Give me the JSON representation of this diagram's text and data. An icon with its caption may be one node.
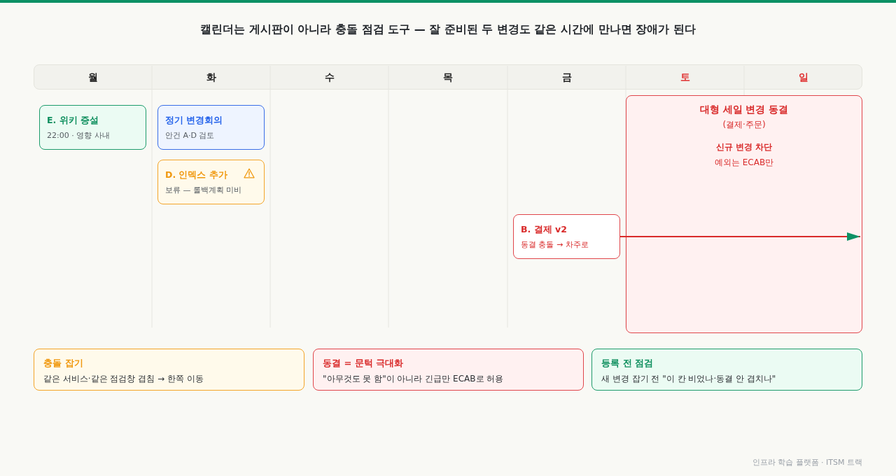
{
  "diagram": {
    "title": "캘린더는 게시판이 아니라 충돌 점검 도구 — 잘 준비된 두 변경도 같은 시간에 만나면 장애가 된다",
    "nodes": [
      {
        "text": [
          "E. 위키 증설",
          "22:00 · 영향 사내"
        ]
      },
      {
        "text": [
          "정기 변경회의",
          "안건 A·D 검토"
        ]
      },
      {
        "text": [
          "D. 인덱스 추가",
          "보류 — 롤백계획 미비"
        ]
      },
      {
        "text": [
          "대형 세일 변경 동결",
          "(결제·주문)",
          "신규 변경 차단",
          "예외는 ECAB만"
        ]
      },
      {
        "text": [
          "B. 결제 v2",
          "동결 충돌 → 차주로"
        ]
      },
      {
        "text": [
          "충돌 잡기",
          "같은 서비스·같은 점검창 겹침 → 한쪽 이동"
        ]
      },
      {
        "text": [
          "동결 = 문턱 극대화",
          "\"아무것도 못 함\"이 아니라 긴급만 ECAB로 허용"
        ]
      },
      {
        "text": [
          "등록 전 점검",
          "새 변경 잡기 전 \"이 칸 비었나·동결 안 겹치나\""
        ]
      }
    ],
    "edges": [
      {
        "from": 4,
        "to": 3,
        "arrow": "to"
      }
    ],
    "labels": [
      "월",
      "화",
      "수",
      "목",
      "금",
      "토",
      "일",
      "인프라 학습 플랫폼 · ITSM 트랙"
    ]
  }
}
